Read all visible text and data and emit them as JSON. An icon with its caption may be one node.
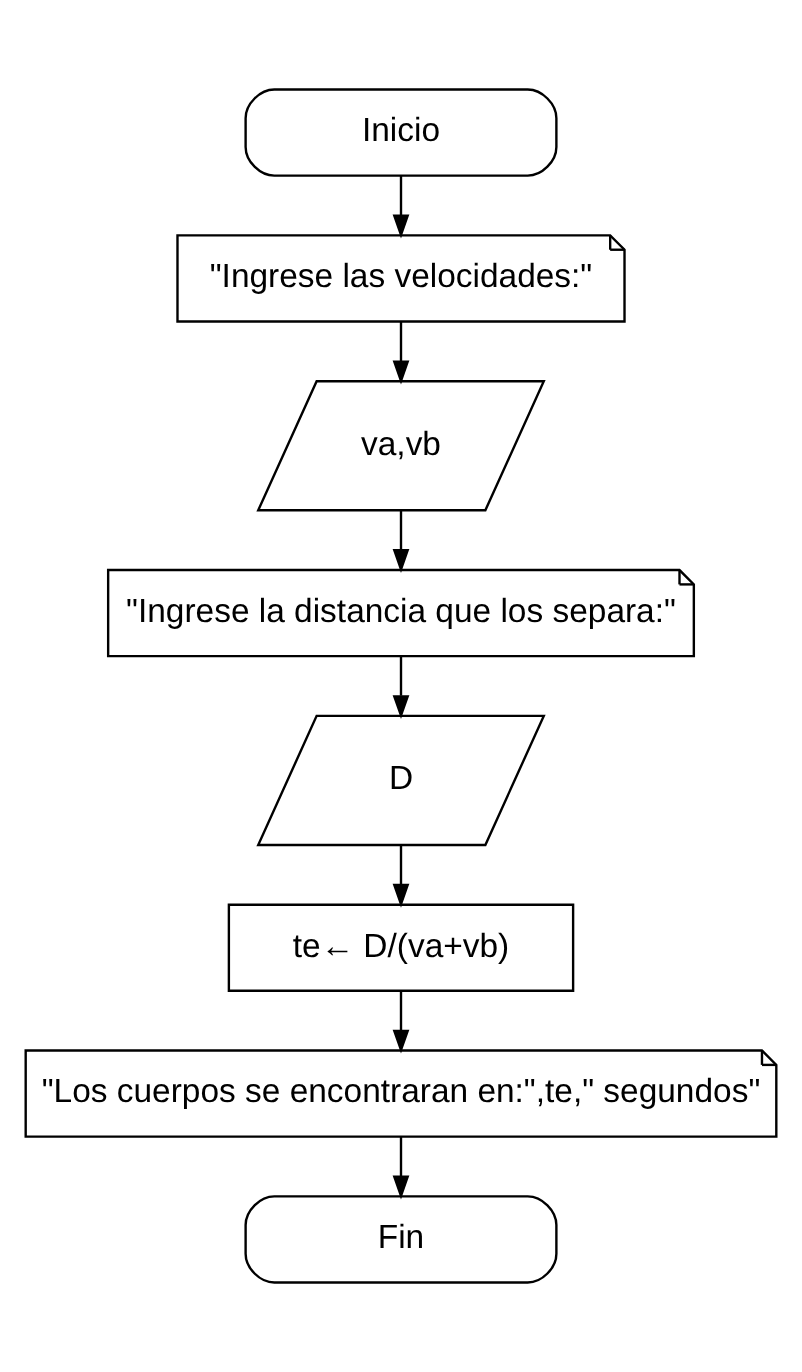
{
  "diagram": {
    "nodes": [
      {
        "text": [
          "Inicio"
        ]
      },
      {
        "text": [
          "\"Ingrese las velocidades:\""
        ]
      },
      {
        "text": [
          "va,vb"
        ]
      },
      {
        "text": [
          "\"Ingrese la distancia que los separa:\""
        ]
      },
      {
        "text": [
          "D"
        ]
      },
      {
        "text": [
          "te← D/(va+vb)"
        ]
      },
      {
        "text": [
          "\"Los cuerpos se encontraran en:\",te,\" segundos\""
        ]
      },
      {
        "text": [
          "Fin"
        ]
      }
    ],
    "edges": [
      {
        "from": 0,
        "to": 1,
        "arrow": "to"
      },
      {
        "from": 1,
        "to": 2,
        "arrow": "to"
      },
      {
        "from": 2,
        "to": 3,
        "arrow": "to"
      },
      {
        "from": 3,
        "to": 4,
        "arrow": "to"
      },
      {
        "from": 4,
        "to": 5,
        "arrow": "to"
      },
      {
        "from": 5,
        "to": 6,
        "arrow": "to"
      },
      {
        "from": 6,
        "to": 7,
        "arrow": "to"
      }
    ]
  }
}
